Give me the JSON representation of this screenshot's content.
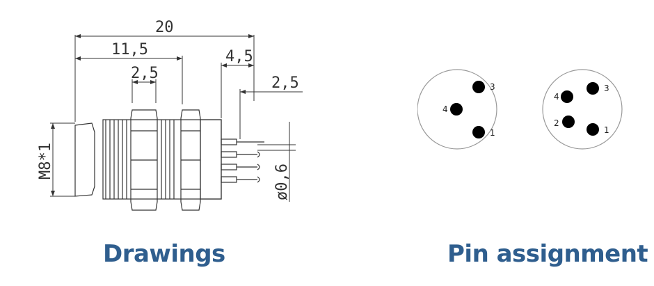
{
  "drawing": {
    "dims": {
      "total_length": "20",
      "body_length": "11,5",
      "nut_width": "2,5",
      "pin_length": "4,5",
      "pin_spacing": "2,5",
      "thread": "M8*1",
      "pin_diameter": "ø0,6"
    }
  },
  "pins": {
    "connector_3pin": [
      "3",
      "4",
      "1"
    ],
    "connector_4pin": [
      "4",
      "3",
      "2",
      "1"
    ]
  },
  "captions": {
    "drawings": "Drawings",
    "pin_assignment": "Pin assignment"
  },
  "colors": {
    "caption": "#2f5e8e",
    "line": "#333333"
  }
}
